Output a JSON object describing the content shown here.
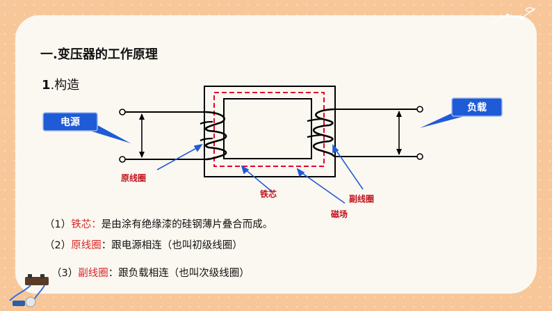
{
  "heading": "一.变压器的工作原理",
  "section": {
    "num": "1",
    "text": ".构造"
  },
  "callouts": {
    "source": "电源",
    "load": "负载"
  },
  "labels": {
    "primary_coil": "原线圈",
    "iron_core": "铁芯",
    "secondary_coil": "副线圈",
    "magnetic_field": "磁场"
  },
  "lines": [
    {
      "prefix": "（1）",
      "term": "铁芯：",
      "rest": "是由涂有绝缘漆的硅钢薄片叠合而成。"
    },
    {
      "prefix": "（2）",
      "term": "原线圈",
      "rest": "：跟电源相连（也叫初级线圈）"
    },
    {
      "prefix": "（3）",
      "term": "副线圈",
      "rest": "：跟负载相连（也叫次级线圈）"
    }
  ],
  "colors": {
    "accent_red": "#d62828",
    "callout_blue": "#1f5bd6",
    "background": "#f7c79a"
  }
}
